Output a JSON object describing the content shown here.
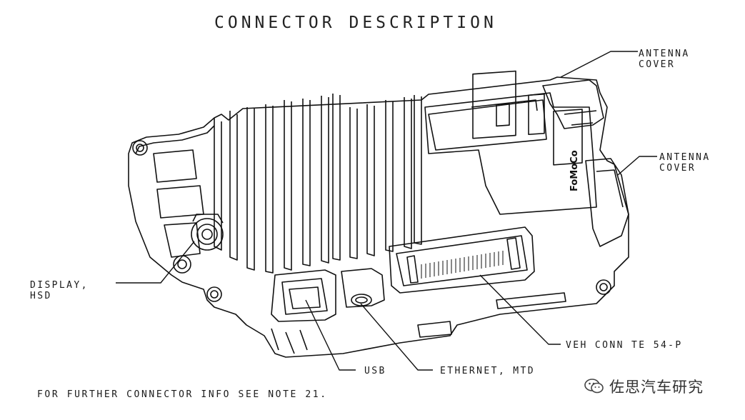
{
  "title": "CONNECTOR DESCRIPTION",
  "labels": {
    "antenna_cover_1_line1": "ANTENNA",
    "antenna_cover_1_line2": "COVER",
    "antenna_cover_2_line1": "ANTENNA",
    "antenna_cover_2_line2": "COVER",
    "display_line1": "DISPLAY,",
    "display_line2": "HSD",
    "veh_conn": "VEH CONN TE 54-P",
    "usb": "USB",
    "ethernet": "ETHERNET, MTD"
  },
  "device_brand": "FoMoCo",
  "note": "FOR FURTHER CONNECTOR INFO SEE NOTE 21.",
  "watermark": "佐思汽车研究"
}
